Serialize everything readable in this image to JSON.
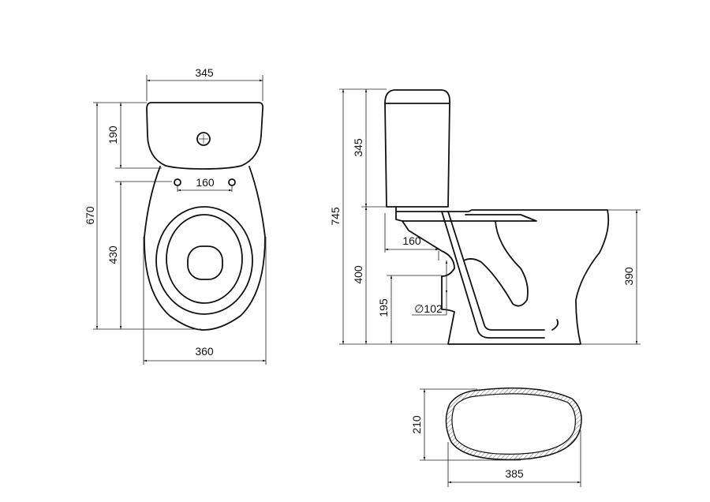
{
  "front_view": {
    "tank_width": "345",
    "tank_height": "190",
    "overall_depth": "670",
    "bowl_depth": "430",
    "bolt_spacing": "160",
    "bowl_width": "360"
  },
  "side_view": {
    "overall_height": "745",
    "tank_height": "345",
    "seat_height": "400",
    "outlet_offset": "160",
    "outlet_height": "195",
    "outlet_diameter": "∅102",
    "bowl_height": "390"
  },
  "outlet_section": {
    "height": "210",
    "width": "385"
  }
}
